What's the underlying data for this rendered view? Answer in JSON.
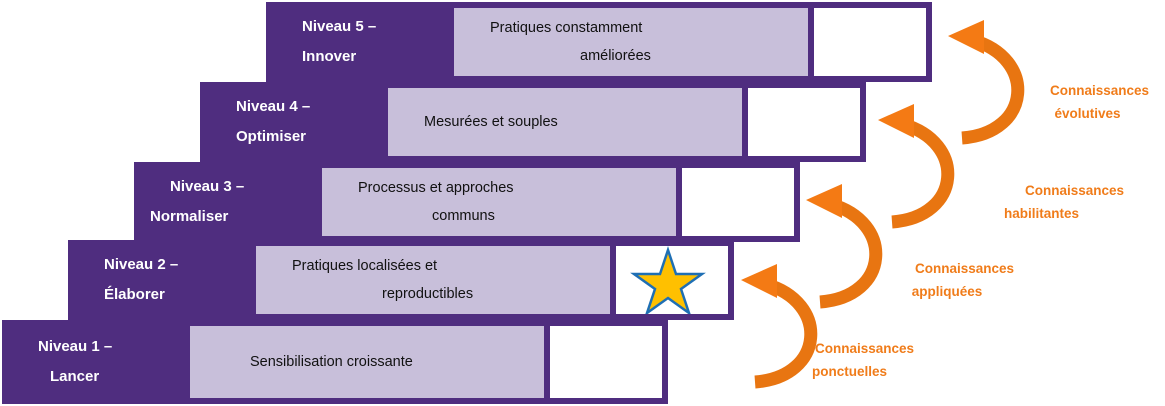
{
  "levels": [
    {
      "level": "Niveau  1  –",
      "name": "Lancer",
      "practice": [
        "Sensibilisation croissante"
      ]
    },
    {
      "level": "Niveau  2  –",
      "name": "Élaborer",
      "practice": [
        "Pratiques localisées et",
        "reproductibles"
      ],
      "current": true
    },
    {
      "level": "Niveau  3  –",
      "name": "Normaliser",
      "practice": [
        "Processus et approches",
        "communs"
      ]
    },
    {
      "level": "Niveau  4  –",
      "name": "Optimiser",
      "practice": [
        "Mesurées et souples"
      ]
    },
    {
      "level": "Niveau  5  –",
      "name": "Innover",
      "practice": [
        "Pratiques constamment",
        "améliorées"
      ]
    }
  ],
  "knowledge": [
    [
      "Connaissances",
      "ponctuelles"
    ],
    [
      "Connaissances",
      "appliquées"
    ],
    [
      "Connaissances",
      "habilitantes"
    ],
    [
      "Connaissances",
      "évolutives"
    ]
  ],
  "colors": {
    "purple": "#4f2d7f",
    "lavender": "#c8bfda",
    "orange": "#f07c1a",
    "star": "#ffc000"
  }
}
